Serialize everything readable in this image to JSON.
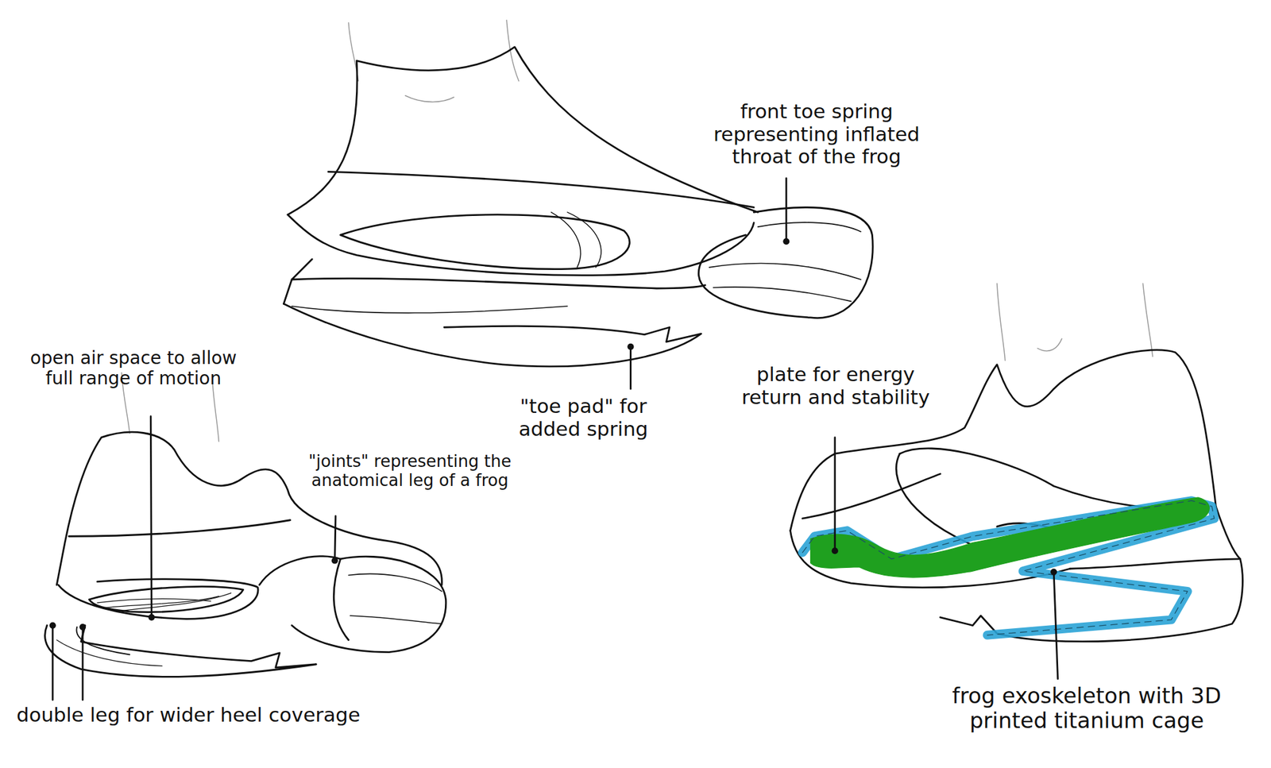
{
  "diagram": {
    "labels": [
      "front toe spring representing inflated throat of the frog",
      "open air space to allow full range of motion",
      "\"toe pad\" for added spring",
      "plate for energy return and stability",
      "\"joints\" representing the anatomical leg of a frog",
      "frog exoskeleton with 3D printed titanium cage",
      "double leg for wider heel coverage"
    ]
  }
}
